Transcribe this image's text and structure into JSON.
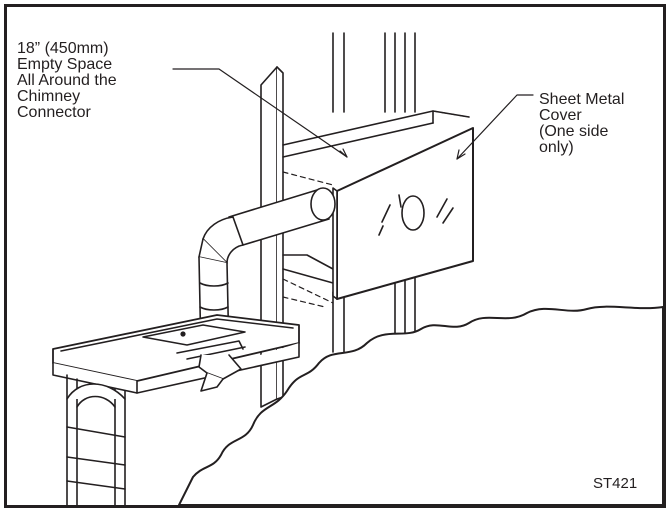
{
  "labels": {
    "empty_space": {
      "lines": [
        "18” (450mm)",
        "Empty Space",
        "All Around the",
        "Chimney",
        "Connector"
      ]
    },
    "cover": {
      "lines": [
        "Sheet Metal",
        "Cover",
        "(One side",
        "only)"
      ]
    },
    "drawing_code": "ST421"
  },
  "colors": {
    "ink": "#231f20",
    "paper": "#ffffff"
  }
}
